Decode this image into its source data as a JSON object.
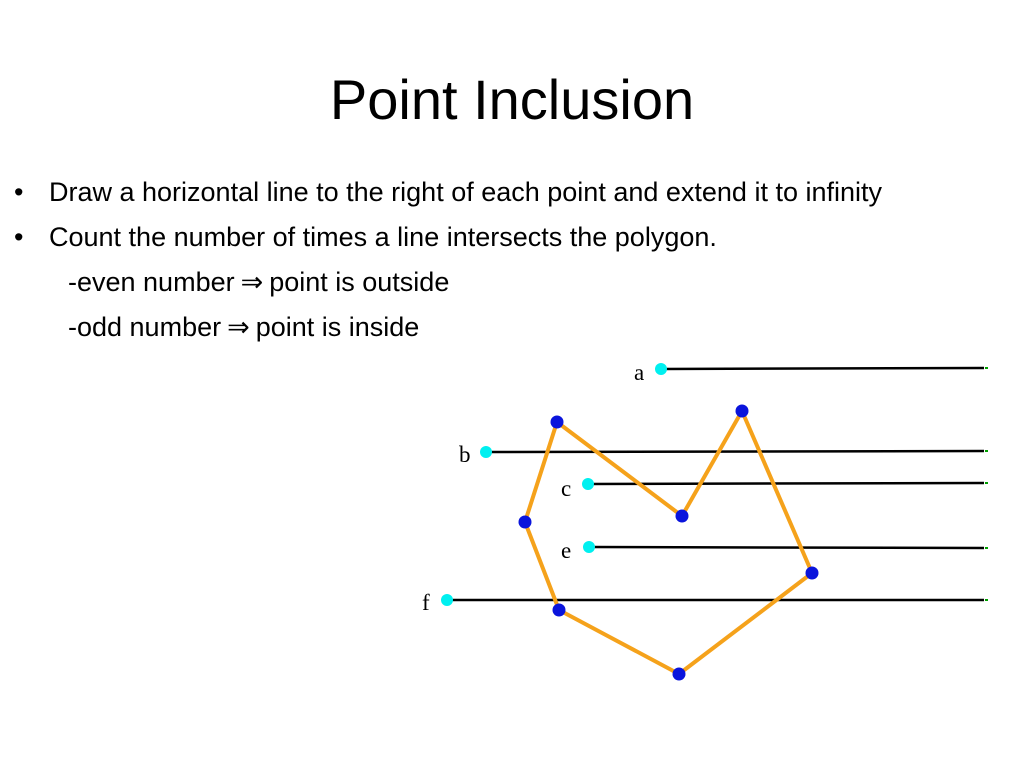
{
  "title": "Point Inclusion",
  "bullets": [
    {
      "marker": "•",
      "text": "Draw a horizontal line to the right of each point and extend it to infinity"
    },
    {
      "marker": "•",
      "text": "Count the number of times a line  intersects the polygon."
    }
  ],
  "sub_items": [
    {
      "prefix": "-even number",
      "arrow": "⇒",
      "suffix": "point is outside"
    },
    {
      "prefix": "-odd number",
      "arrow": "⇒",
      "suffix": "point is inside"
    }
  ],
  "diagram": {
    "point_labels": [
      "a",
      "b",
      "c",
      "e",
      "f"
    ],
    "colors": {
      "polygon_edge": "#f5a21b",
      "polygon_vertex": "#0a14dc",
      "test_point": "#00f0f0",
      "ray": "#000000",
      "ray_tail": "#00a000"
    }
  }
}
